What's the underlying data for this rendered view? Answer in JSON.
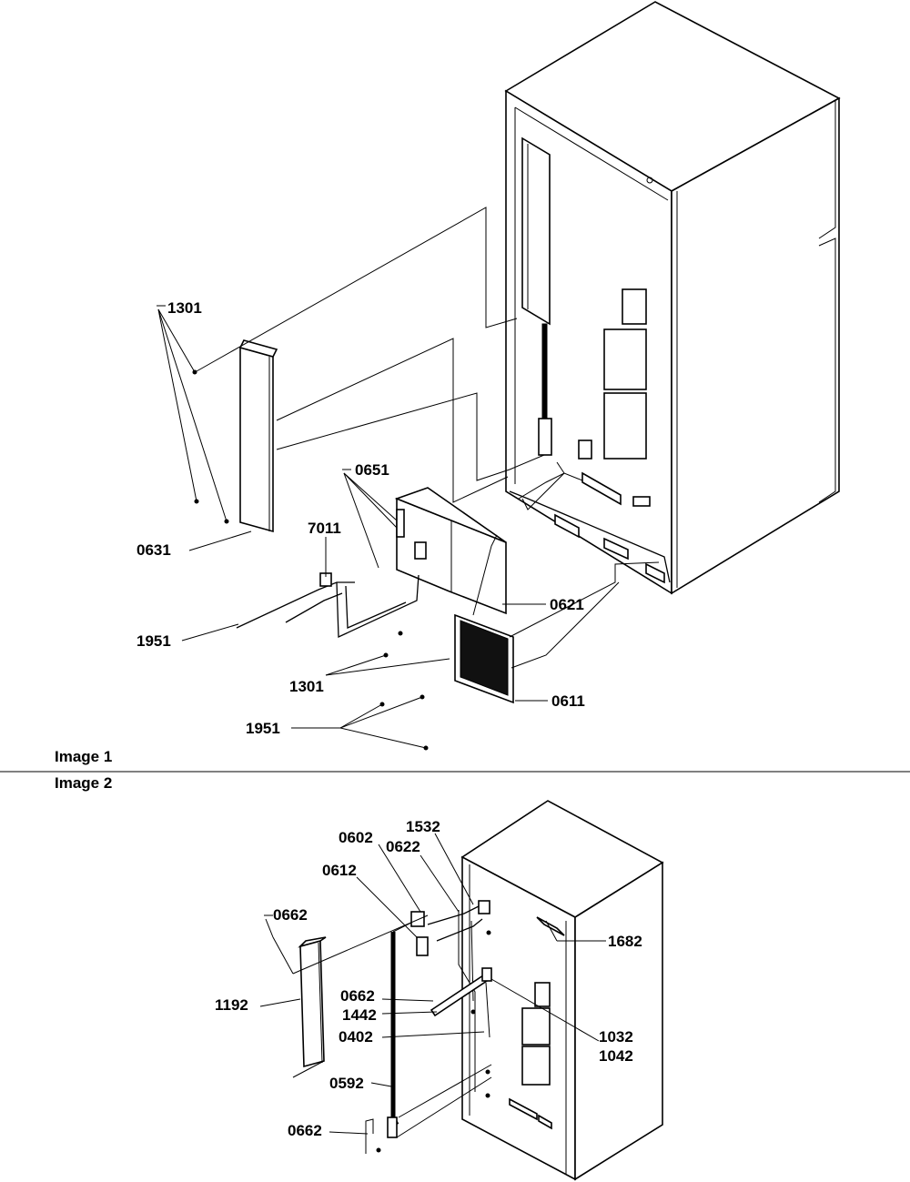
{
  "image1": {
    "caption": "Image 1",
    "callouts": {
      "c1301_top": "1301",
      "c0631": "0631",
      "c0651": "0651",
      "c7011": "7011",
      "c0621": "0621",
      "c1951_left": "1951",
      "c1301_bottom": "1301",
      "c0611": "0611",
      "c1951_bottom": "1951"
    }
  },
  "image2": {
    "caption": "Image 2",
    "callouts": {
      "c0602": "0602",
      "c1532": "1532",
      "c0622": "0622",
      "c0612": "0612",
      "c0662_top": "0662",
      "c1682": "1682",
      "c1192": "1192",
      "c0662_mid": "0662",
      "c1442": "1442",
      "c0402": "0402",
      "c1032": "1032",
      "c1042": "1042",
      "c0592": "0592",
      "c0662_bottom": "0662"
    }
  }
}
